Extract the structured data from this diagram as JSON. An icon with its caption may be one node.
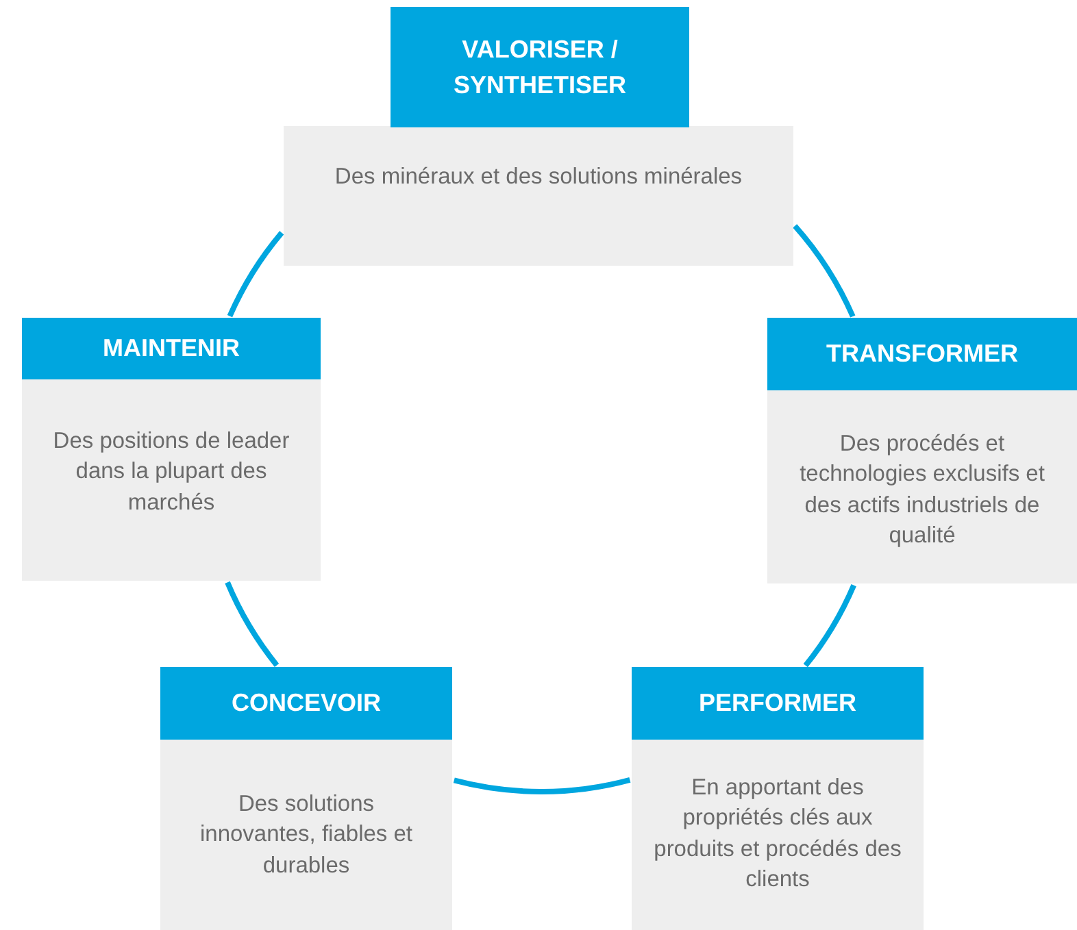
{
  "diagram": {
    "nodes": [
      {
        "text": [
          "VALORISER / SYNTHETISER",
          "Des minéraux et des solutions minérales"
        ]
      },
      {
        "text": [
          "TRANSFORMER",
          "Des procédés et technologies exclusifs et des actifs industriels de qualité"
        ]
      },
      {
        "text": [
          "PERFORMER",
          "En apportant des propriétés clés aux produits et procédés des clients"
        ]
      },
      {
        "text": [
          "CONCEVOIR",
          "Des solutions innovantes, fiables et durables"
        ]
      },
      {
        "text": [
          "MAINTENIR",
          "Des positions de leader dans la plupart des marchés"
        ]
      }
    ],
    "edges": [
      {
        "from": 0,
        "to": 1,
        "arrow": "none"
      },
      {
        "from": 1,
        "to": 2,
        "arrow": "none"
      },
      {
        "from": 2,
        "to": 3,
        "arrow": "none"
      },
      {
        "from": 3,
        "to": 4,
        "arrow": "none"
      },
      {
        "from": 4,
        "to": 0,
        "arrow": "none"
      }
    ]
  }
}
